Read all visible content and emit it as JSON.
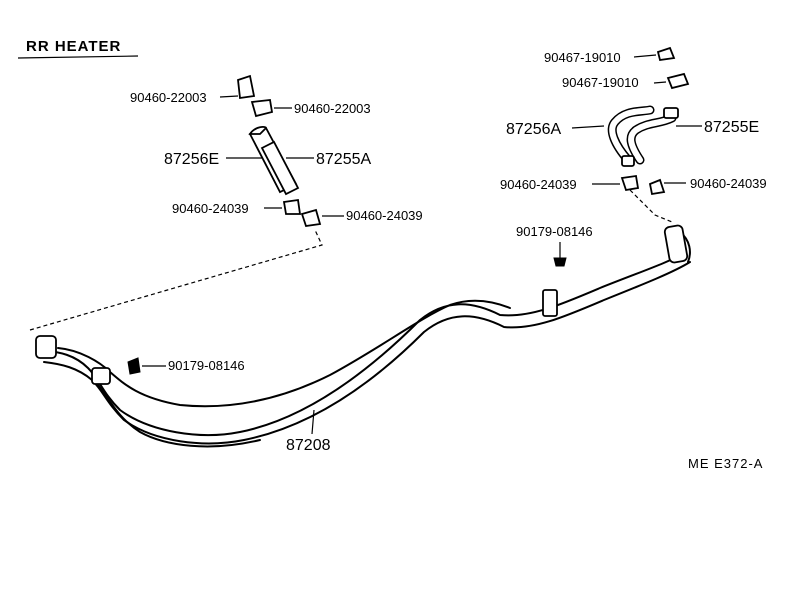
{
  "title": "RR HEATER",
  "reference": "ME  E372-A",
  "callouts": {
    "grommet_top_right_1": "90467-19010",
    "grommet_top_right_2": "90467-19010",
    "hose_right_a": "87256A",
    "hose_right_e": "87255E",
    "clamp_right_1": "90460-24039",
    "clamp_right_2": "90460-24039",
    "clip_right": "90179-08146",
    "clamp_left_top_1": "90460-22003",
    "clamp_left_top_2": "90460-22003",
    "hose_left_e": "87256E",
    "hose_left_a": "87255A",
    "clamp_left_1": "90460-24039",
    "clamp_left_2": "90460-24039",
    "clip_left": "90179-08146",
    "pipe_assembly": "87208"
  }
}
